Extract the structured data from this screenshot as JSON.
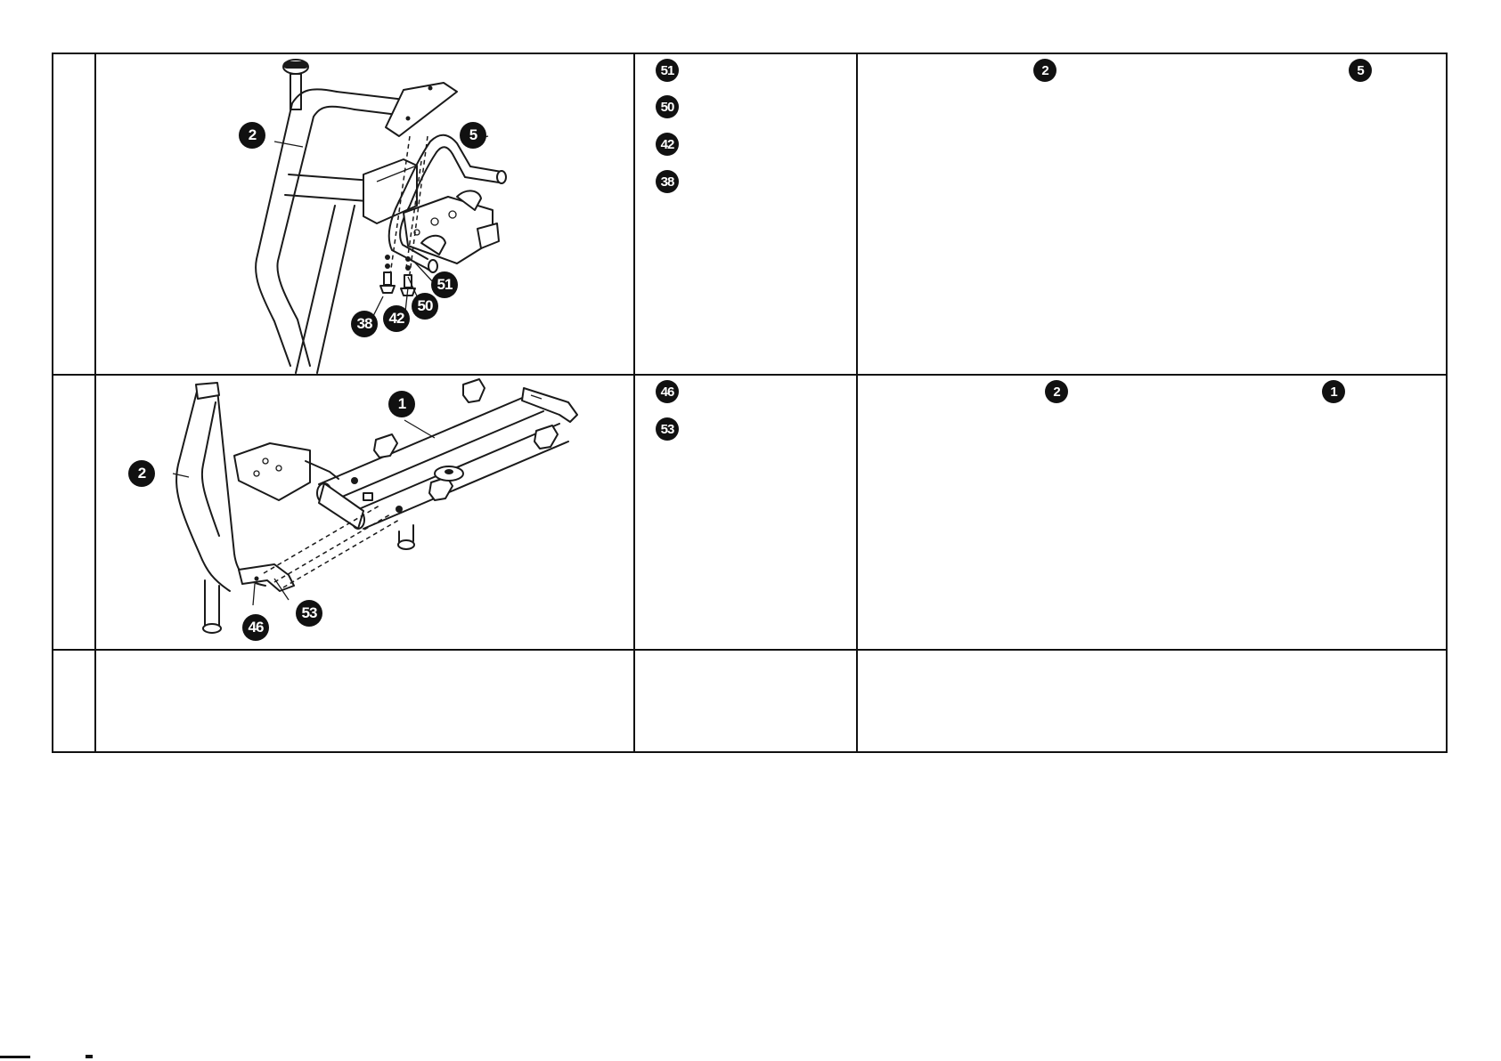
{
  "steps": [
    {
      "parts": [
        "51",
        "50",
        "42",
        "38"
      ],
      "text_refs": [
        "2",
        "5"
      ],
      "callouts": {
        "frame": "2",
        "handle": "5",
        "p51": "51",
        "p50": "50",
        "p42": "42",
        "p38": "38"
      }
    },
    {
      "parts": [
        "46",
        "53"
      ],
      "text_refs": [
        "2",
        "1"
      ],
      "callouts": {
        "frame": "2",
        "base": "1",
        "p53": "53",
        "p46": "46"
      }
    }
  ]
}
